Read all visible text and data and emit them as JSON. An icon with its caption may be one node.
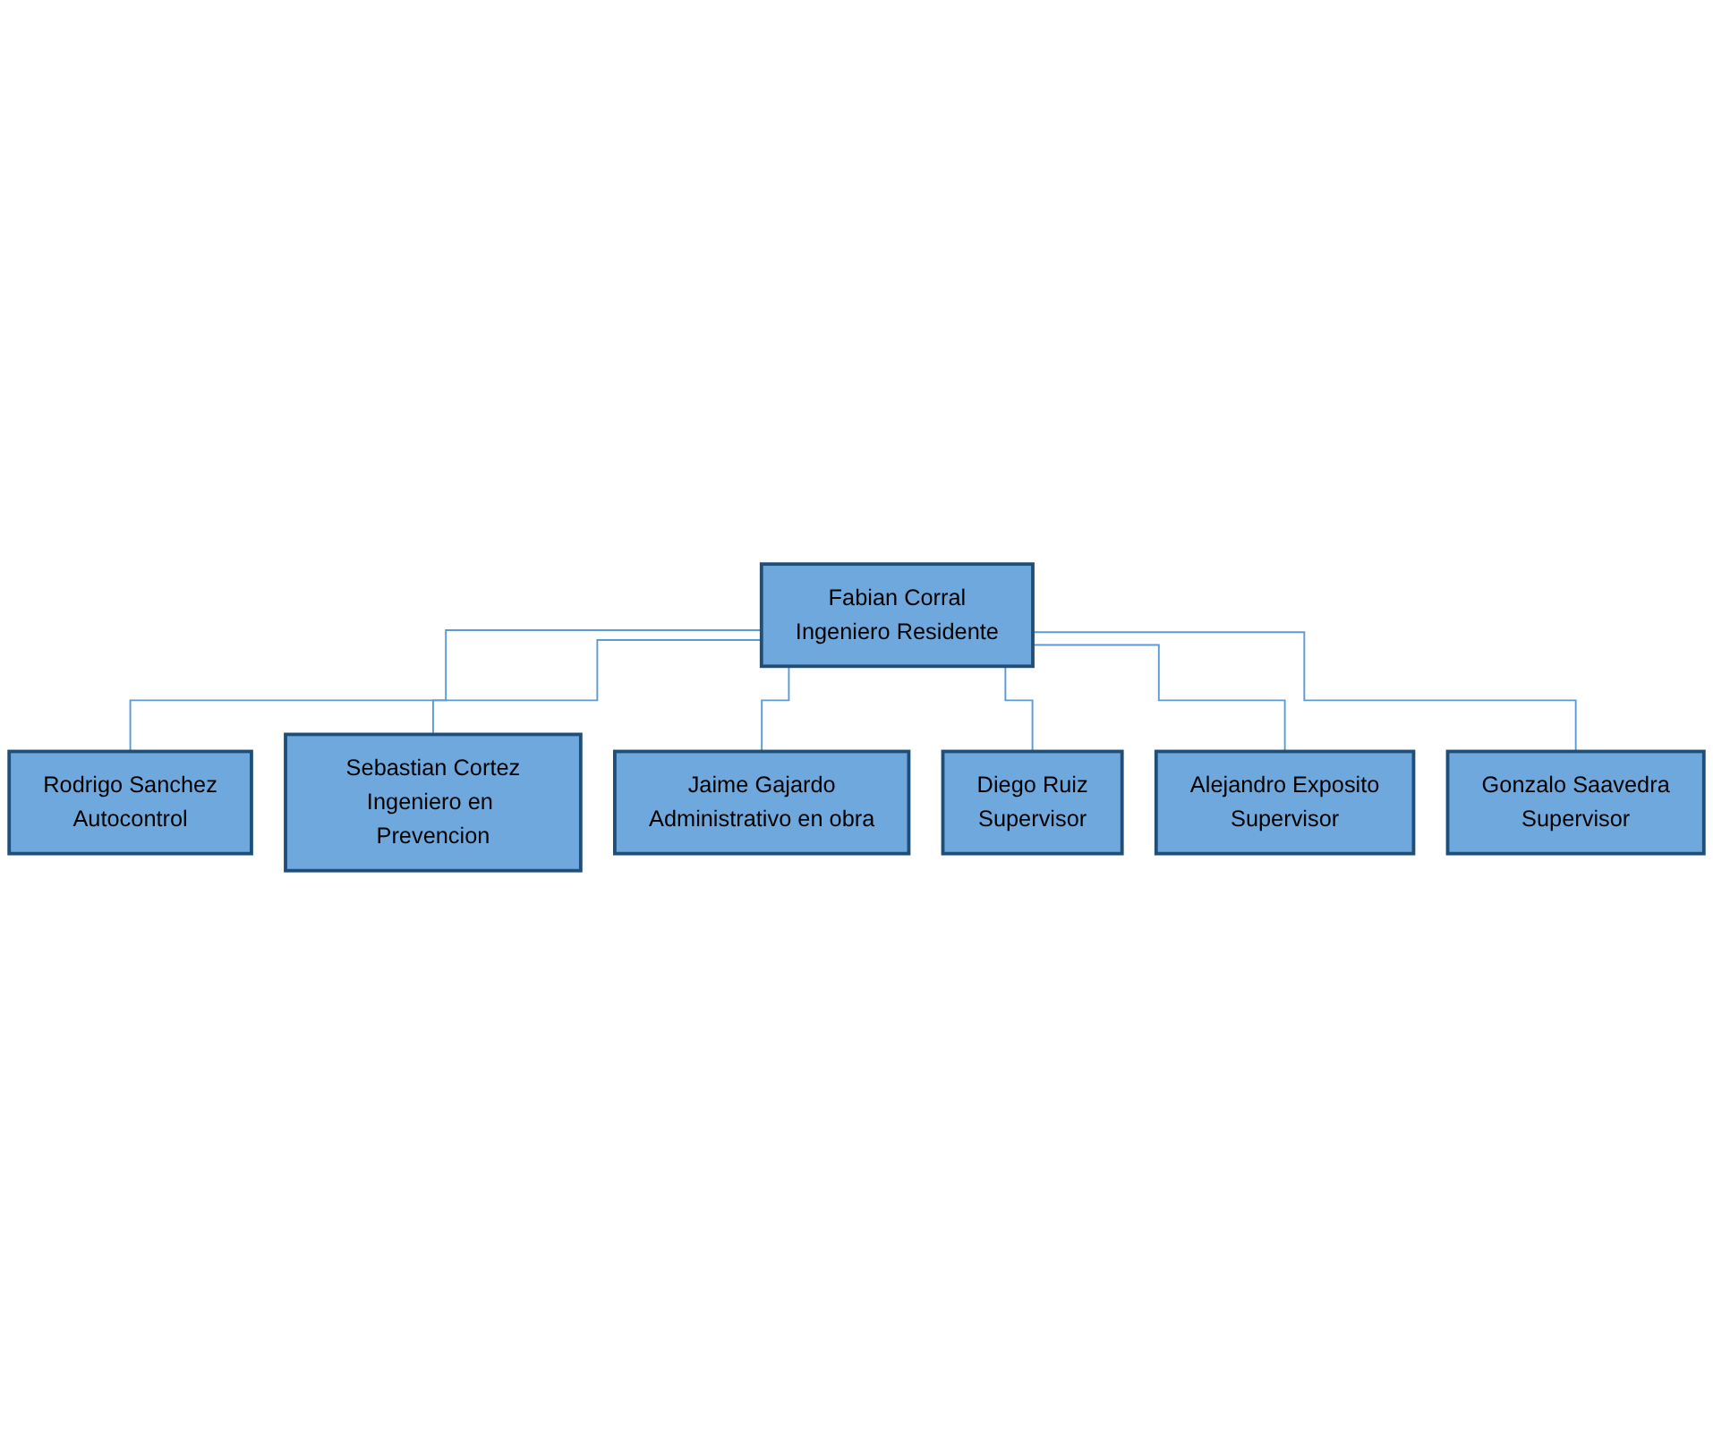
{
  "diagram": {
    "nodes": [
      {
        "text": [
          "Fabian Corral",
          "Ingeniero Residente"
        ]
      },
      {
        "text": [
          "Rodrigo Sanchez",
          "Autocontrol"
        ]
      },
      {
        "text": [
          "Sebastian Cortez",
          "Ingeniero en Prevencion"
        ]
      },
      {
        "text": [
          "Jaime Gajardo",
          "Administrativo en obra"
        ]
      },
      {
        "text": [
          "Diego Ruiz",
          "Supervisor"
        ]
      },
      {
        "text": [
          "Alejandro Exposito",
          "Supervisor"
        ]
      },
      {
        "text": [
          "Gonzalo Saavedra",
          "Supervisor"
        ]
      }
    ],
    "edges": [
      {
        "from": 0,
        "to": 1,
        "arrow": "none"
      },
      {
        "from": 0,
        "to": 2,
        "arrow": "none"
      },
      {
        "from": 0,
        "to": 3,
        "arrow": "none"
      },
      {
        "from": 0,
        "to": 4,
        "arrow": "none"
      },
      {
        "from": 0,
        "to": 5,
        "arrow": "none"
      },
      {
        "from": 0,
        "to": 6,
        "arrow": "none"
      }
    ]
  }
}
